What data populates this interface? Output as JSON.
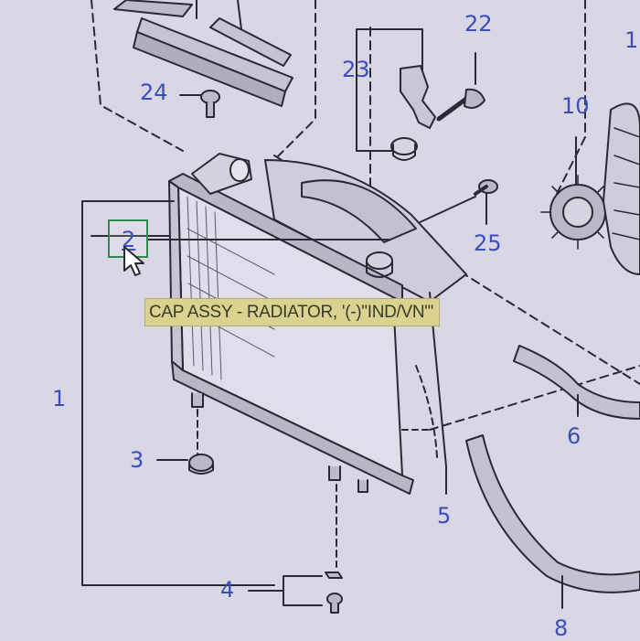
{
  "diagram": {
    "callouts": [
      {
        "id": "c1",
        "label": "1"
      },
      {
        "id": "c3",
        "label": "3"
      },
      {
        "id": "c4",
        "label": "4"
      },
      {
        "id": "c5",
        "label": "5"
      },
      {
        "id": "c6",
        "label": "6"
      },
      {
        "id": "c8",
        "label": "8"
      },
      {
        "id": "c10",
        "label": "10"
      },
      {
        "id": "c1x",
        "label": "1"
      },
      {
        "id": "c22",
        "label": "22"
      },
      {
        "id": "c23",
        "label": "23"
      },
      {
        "id": "c24",
        "label": "24"
      },
      {
        "id": "c25",
        "label": "25"
      }
    ],
    "hotspot": {
      "label": "2"
    },
    "tooltip": {
      "text": "CAP ASSY - RADIATOR, '(-)\"IND/VN\"'"
    },
    "colors": {
      "background": "#d9d6e6",
      "linework": "#2a2a34",
      "callout_text": "#3b4fb8",
      "hotspot_border": "#2f8b4d",
      "tooltip_bg": "#d9d38f"
    },
    "icons": {
      "cursor": "arrow-pointer-icon"
    }
  }
}
